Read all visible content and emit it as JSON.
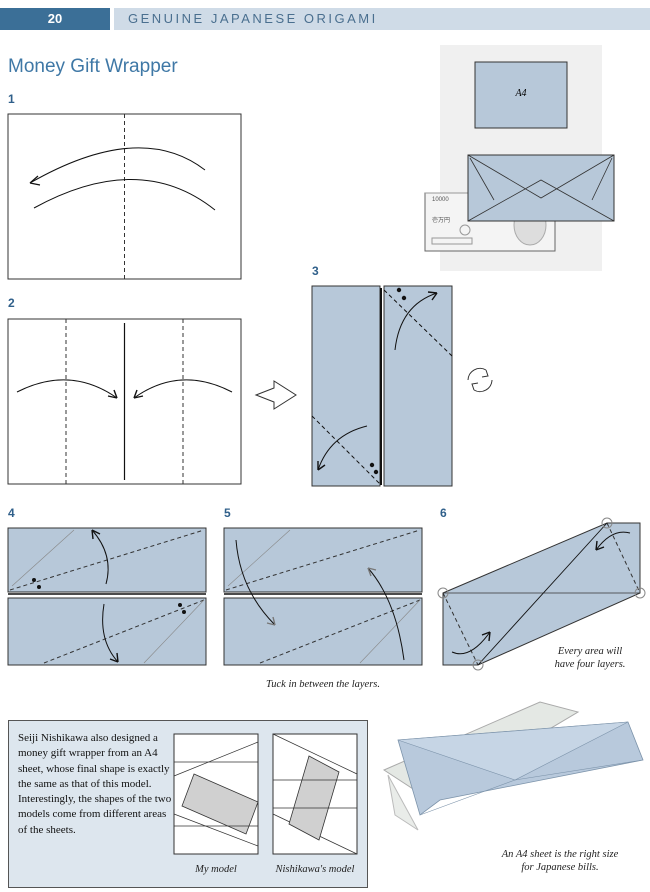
{
  "header": {
    "page_number": "20",
    "book_title": "GENUINE JAPANESE ORIGAMI"
  },
  "title": "Money Gift Wrapper",
  "steps": {
    "s1": "1",
    "s2": "2",
    "s3": "3",
    "s4": "4",
    "s5": "5",
    "s6": "6"
  },
  "illustration": {
    "sheet_label": "A4",
    "bill_serial": "10000",
    "bill_denomination": "壱万円"
  },
  "captions": {
    "step5": "Tuck in between the layers.",
    "step6_line1": "Every area will",
    "step6_line2": "have four layers.",
    "photo_line1": "An A4 sheet is the right size",
    "photo_line2": "for Japanese bills."
  },
  "note": {
    "text": "Seiji Nishikawa also designed a money gift wrapper from an A4 sheet, whose final shape is exactly the same as that of this model. Interestingly, the shapes of the two models come from different areas of the sheets.",
    "my_model": "My model",
    "nishikawa_model": "Nishikawa's model"
  },
  "colors": {
    "paper_blue": "#b7c8d9",
    "header_blue": "#3b6f97",
    "header_light": "#cfdbe7",
    "note_bg": "#dde6ee"
  }
}
